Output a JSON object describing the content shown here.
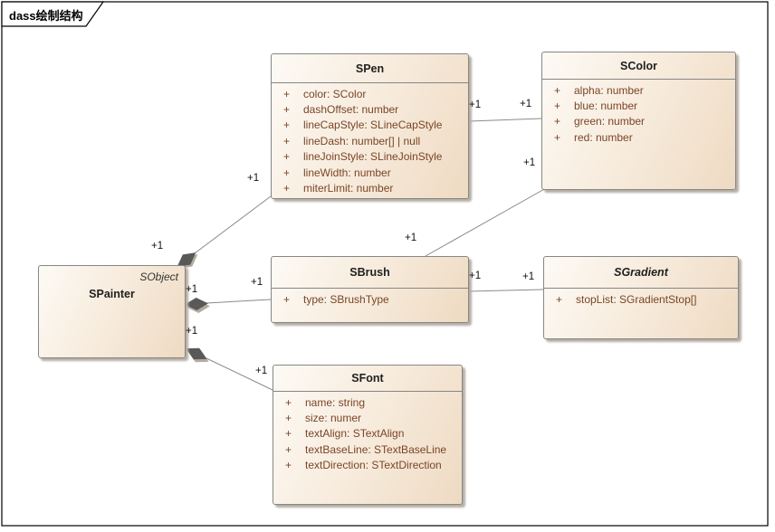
{
  "frame": {
    "label": "dass绘制结构"
  },
  "colors": {
    "box_fill_light": "#fdfaf5",
    "box_fill_dark": "#eedac2",
    "box_border": "#868686",
    "title_text": "#1f1f1f",
    "attribute_text": "#7a4526",
    "connector_line": "#8a8a8a",
    "composition_diamond": "#595959",
    "frame_border": "#000000"
  },
  "classes": {
    "spen": {
      "name": "SPen",
      "attributes": [
        {
          "vis": "+",
          "text": "color: SColor"
        },
        {
          "vis": "+",
          "text": "dashOffset: number"
        },
        {
          "vis": "+",
          "text": "lineCapStyle: SLineCapStyle"
        },
        {
          "vis": "+",
          "text": "lineDash: number[] | null"
        },
        {
          "vis": "+",
          "text": "lineJoinStyle: SLineJoinStyle"
        },
        {
          "vis": "+",
          "text": "lineWidth: number"
        },
        {
          "vis": "+",
          "text": "miterLimit: number"
        }
      ]
    },
    "scolor": {
      "name": "SColor",
      "attributes": [
        {
          "vis": "+",
          "text": "alpha: number"
        },
        {
          "vis": "+",
          "text": "blue: number"
        },
        {
          "vis": "+",
          "text": "green: number"
        },
        {
          "vis": "+",
          "text": "red: number"
        }
      ]
    },
    "spainter": {
      "name": "SPainter",
      "stereotype": "SObject"
    },
    "sbrush": {
      "name": "SBrush",
      "attributes": [
        {
          "vis": "+",
          "text": "type: SBrushType"
        }
      ]
    },
    "sgradient": {
      "name": "SGradient",
      "abstract": true,
      "attributes": [
        {
          "vis": "+",
          "text": "stopList: SGradientStop[]"
        }
      ]
    },
    "sfont": {
      "name": "SFont",
      "attributes": [
        {
          "vis": "+",
          "text": "name: string"
        },
        {
          "vis": "+",
          "text": "size: numer"
        },
        {
          "vis": "+",
          "text": "textAlign: STextAlign"
        },
        {
          "vis": "+",
          "text": "textBaseLine: STextBaseLine"
        },
        {
          "vis": "+",
          "text": "textDirection: STextDirection"
        }
      ]
    }
  },
  "connections": [
    {
      "from": "SPainter",
      "to": "SPen",
      "type": "composition",
      "source_label": "+1",
      "target_label": "+1"
    },
    {
      "from": "SPen",
      "to": "SColor",
      "type": "association",
      "source_label": "+1",
      "target_label": "+1"
    },
    {
      "from": "SBrush",
      "to": "SColor",
      "type": "association",
      "source_label": "+1",
      "target_label": "+1"
    },
    {
      "from": "SPainter",
      "to": "SBrush",
      "type": "composition",
      "source_label": "+1",
      "target_label": "+1"
    },
    {
      "from": "SPainter",
      "to": "SFont",
      "type": "composition",
      "source_label": "+1",
      "target_label": "+1"
    },
    {
      "from": "SBrush",
      "to": "SGradient",
      "type": "association",
      "source_label": "+1",
      "target_label": "+1"
    }
  ]
}
